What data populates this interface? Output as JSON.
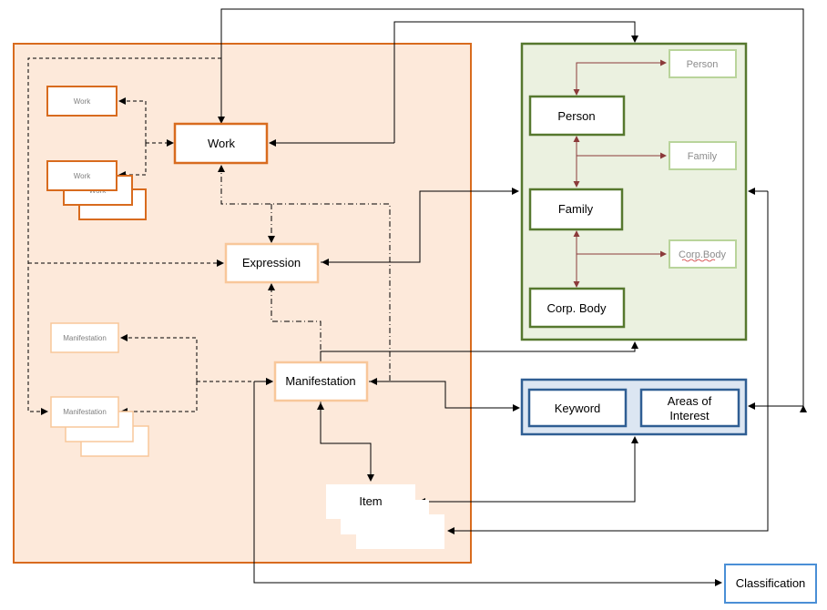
{
  "colors": {
    "orange": "#d86b1e",
    "orange_light": "#f8c79a",
    "orange_fill": "#fde9da",
    "green": "#56782e",
    "green_light": "#b9d49b",
    "green_fill": "#ebf1e0",
    "blue": "#2f5e93",
    "blue_fill": "#dce6f2",
    "blue_bright": "#4a8fd6",
    "red_arrow": "#8b3a3a"
  },
  "nodes": {
    "work": "Work",
    "work_small_1": "Work",
    "work_small_2": "Work",
    "expression": "Expression",
    "manifestation": "Manifestation",
    "manifestation_small_1": "Manifestation",
    "manifestation_small_2": "Manifestation",
    "item": "Item",
    "person": "Person",
    "family": "Family",
    "corp_body": "Corp. Body",
    "person_ghost": "Person",
    "family_ghost": "Family",
    "corp_body_ghost": "Corp.Body",
    "keyword": "Keyword",
    "areas_line1": "Areas of",
    "areas_line2": "Interest",
    "classification": "Classification"
  }
}
